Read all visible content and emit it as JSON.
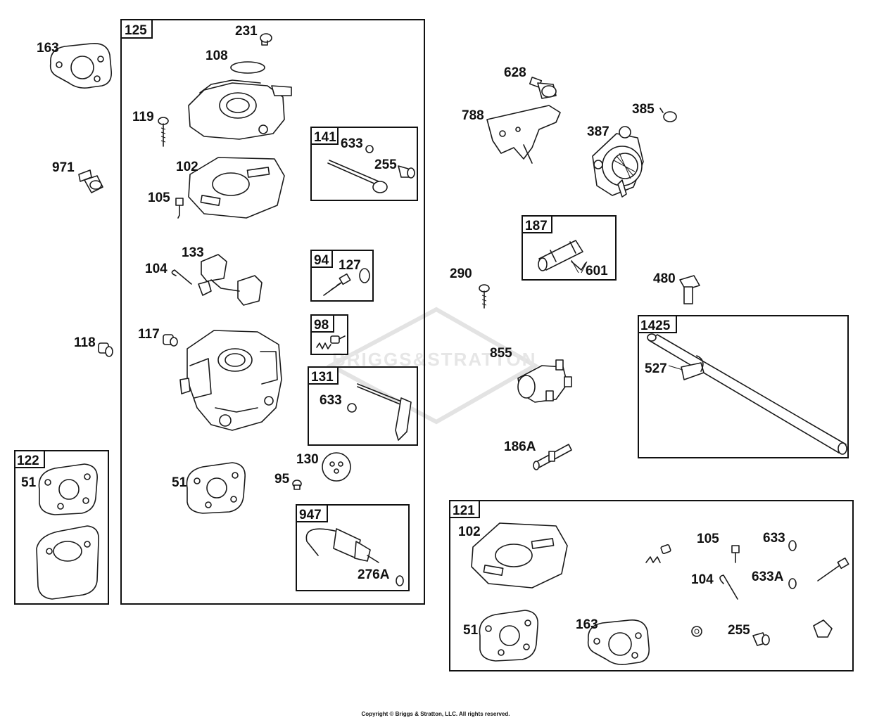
{
  "watermark": {
    "text": "BRIGGS&STRATTON"
  },
  "copyright": "Copyright © Briggs & Stratton, LLC. All rights reserved.",
  "groups": [
    {
      "id": "g125",
      "tag": "125"
    },
    {
      "id": "g141",
      "tag": "141"
    },
    {
      "id": "g94",
      "tag": "94"
    },
    {
      "id": "g98",
      "tag": "98"
    },
    {
      "id": "g131",
      "tag": "131"
    },
    {
      "id": "g947",
      "tag": "947"
    },
    {
      "id": "g122",
      "tag": "122"
    },
    {
      "id": "g187",
      "tag": "187"
    },
    {
      "id": "g1425",
      "tag": "1425"
    },
    {
      "id": "g121",
      "tag": "121"
    }
  ],
  "parts": [
    "163",
    "971",
    "118",
    "231",
    "108",
    "119",
    "102",
    "105",
    "133",
    "104",
    "117",
    "51",
    "95",
    "130",
    "633",
    "255",
    "127",
    "633",
    "276A",
    "51",
    "628",
    "788",
    "385",
    "387",
    "601",
    "290",
    "480",
    "855",
    "527",
    "186A",
    "102",
    "105",
    "633",
    "104",
    "633A",
    "51",
    "163",
    "255"
  ]
}
